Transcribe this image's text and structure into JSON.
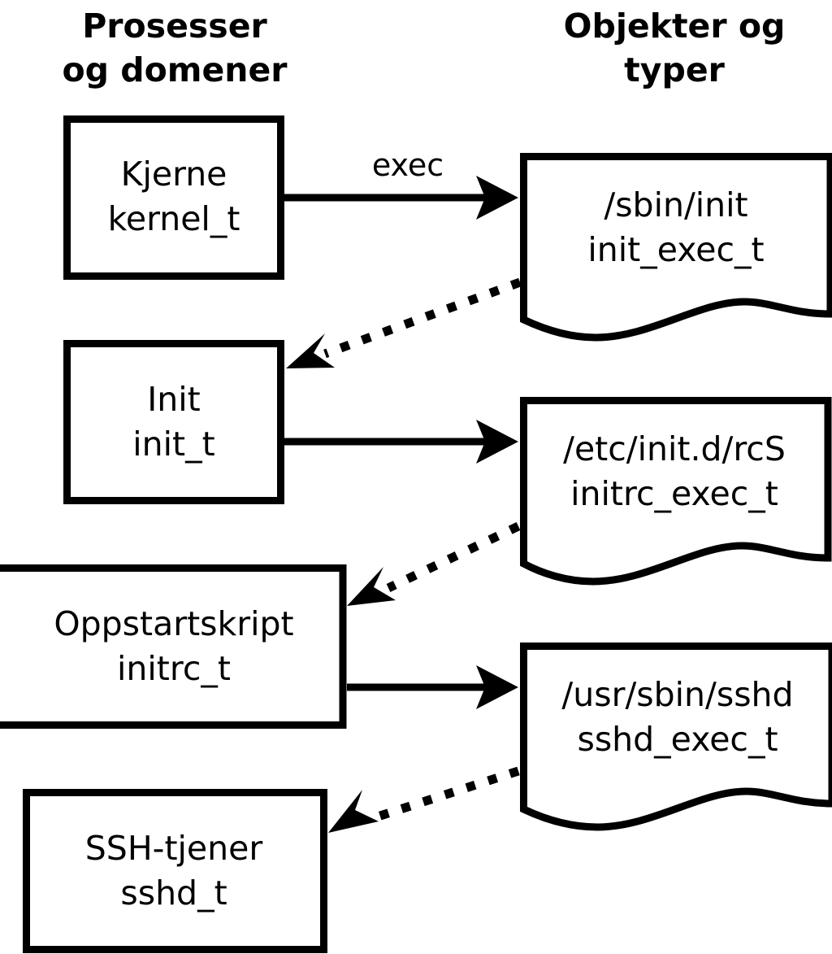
{
  "diagram": {
    "title_left": "Prosesser\nog domener",
    "columns": [
      {
        "id": "processes",
        "line1": "Prosesser",
        "line2": "og domener"
      },
      {
        "id": "objects",
        "line1": "Objekter og",
        "line2": "typer"
      }
    ],
    "process_nodes": [
      {
        "id": "kernel",
        "line1": "Kjerne",
        "line2": "kernel_t"
      },
      {
        "id": "init",
        "line1": "Init",
        "line2": "init_t"
      },
      {
        "id": "initrc",
        "line1": "Oppstartskript",
        "line2": "initrc_t"
      },
      {
        "id": "sshd",
        "line1": "SSH-tjener",
        "line2": "sshd_t"
      }
    ],
    "object_nodes": [
      {
        "id": "init_exec",
        "line1": "/sbin/init",
        "line2": "init_exec_t"
      },
      {
        "id": "initrc_exec",
        "line1": "/etc/init.d/rcS",
        "line2": "initrc_exec_t"
      },
      {
        "id": "sshd_exec",
        "line1": "/usr/sbin/sshd",
        "line2": "sshd_exec_t"
      }
    ],
    "edges": [
      {
        "id": "kernel-to-init_exec",
        "from": "kernel",
        "to": "init_exec",
        "style": "solid",
        "label": "exec"
      },
      {
        "id": "init_exec-to-init",
        "from": "init_exec",
        "to": "init",
        "style": "dotted",
        "label": ""
      },
      {
        "id": "init-to-initrc_exec",
        "from": "init",
        "to": "initrc_exec",
        "style": "solid",
        "label": ""
      },
      {
        "id": "initrc_exec-to-initrc",
        "from": "initrc_exec",
        "to": "initrc",
        "style": "dotted",
        "label": ""
      },
      {
        "id": "initrc-to-sshd_exec",
        "from": "initrc",
        "to": "sshd_exec",
        "style": "solid",
        "label": ""
      },
      {
        "id": "sshd_exec-to-sshd",
        "from": "sshd_exec",
        "to": "sshd",
        "style": "dotted",
        "label": ""
      }
    ],
    "colors": {
      "stroke": "#000000",
      "fill": "#ffffff",
      "text": "#000000"
    }
  }
}
